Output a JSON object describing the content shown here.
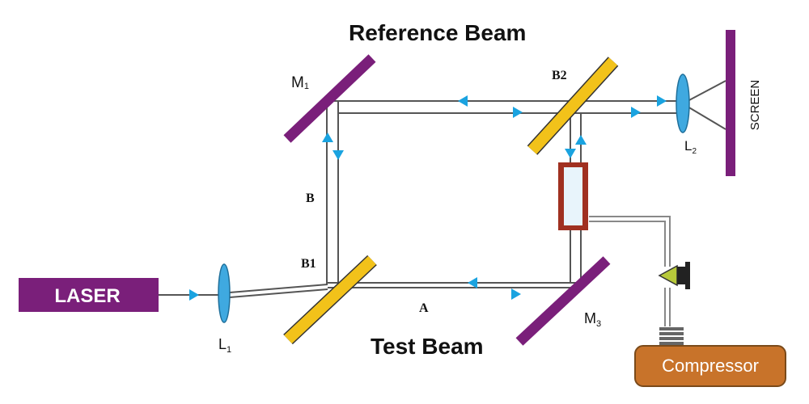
{
  "titles": {
    "reference_beam": "Reference Beam",
    "test_beam": "Test Beam"
  },
  "components": {
    "laser": "LASER",
    "compressor": "Compressor",
    "screen": "SCREEN"
  },
  "labels": {
    "m1": "M",
    "m1_sub": "1",
    "m3": "M",
    "m3_sub": "3",
    "l1": "L",
    "l1_sub": "1",
    "l2": "L",
    "l2_sub": "2",
    "b1": "B1",
    "b2": "B2",
    "path_a": "A",
    "path_b": "B"
  },
  "colors": {
    "laser_fill": "#7a1f7a",
    "mirror": "#7a1f7a",
    "splitter": "#f2c21a",
    "lens": "#3fa9e0",
    "arrow": "#1aa3e0",
    "beam": "#555555",
    "compressor_fill": "#c8732a",
    "cell_border": "#a03020",
    "cell_fill": "#e8f4fb"
  },
  "icons": {
    "nozzle": "spray-nozzle-icon",
    "spring": "coupling-spring-icon"
  }
}
